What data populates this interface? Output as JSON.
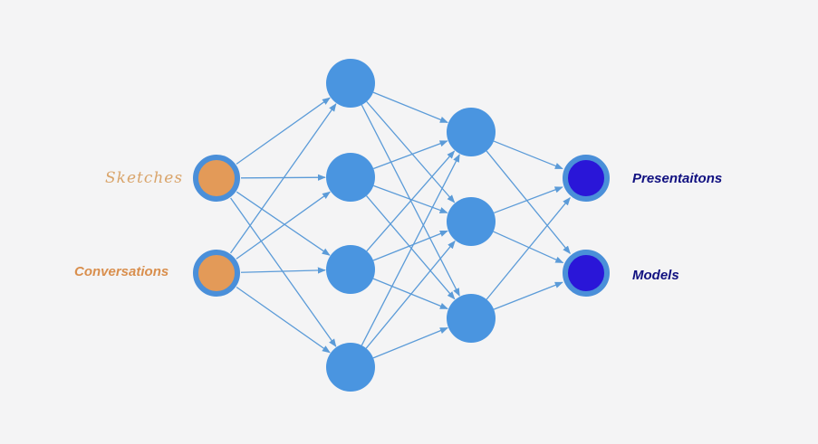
{
  "title": "Neural network diagram",
  "layers": [
    {
      "name": "input",
      "size": 2
    },
    {
      "name": "hidden-1",
      "size": 4
    },
    {
      "name": "hidden-2",
      "size": 3
    },
    {
      "name": "output",
      "size": 2
    }
  ],
  "labels": {
    "input": [
      "Sketches",
      "Conversations"
    ],
    "output": [
      "Presentaitons",
      "Models"
    ]
  },
  "colors": {
    "hidden": "#4a95e0",
    "ring": "#4a8fd9",
    "input_fill": "#e39a58",
    "output_fill": "#2a16d8",
    "edge": "#5b9bd8",
    "input_label": "#d98f4e",
    "output_label": "#101080"
  }
}
